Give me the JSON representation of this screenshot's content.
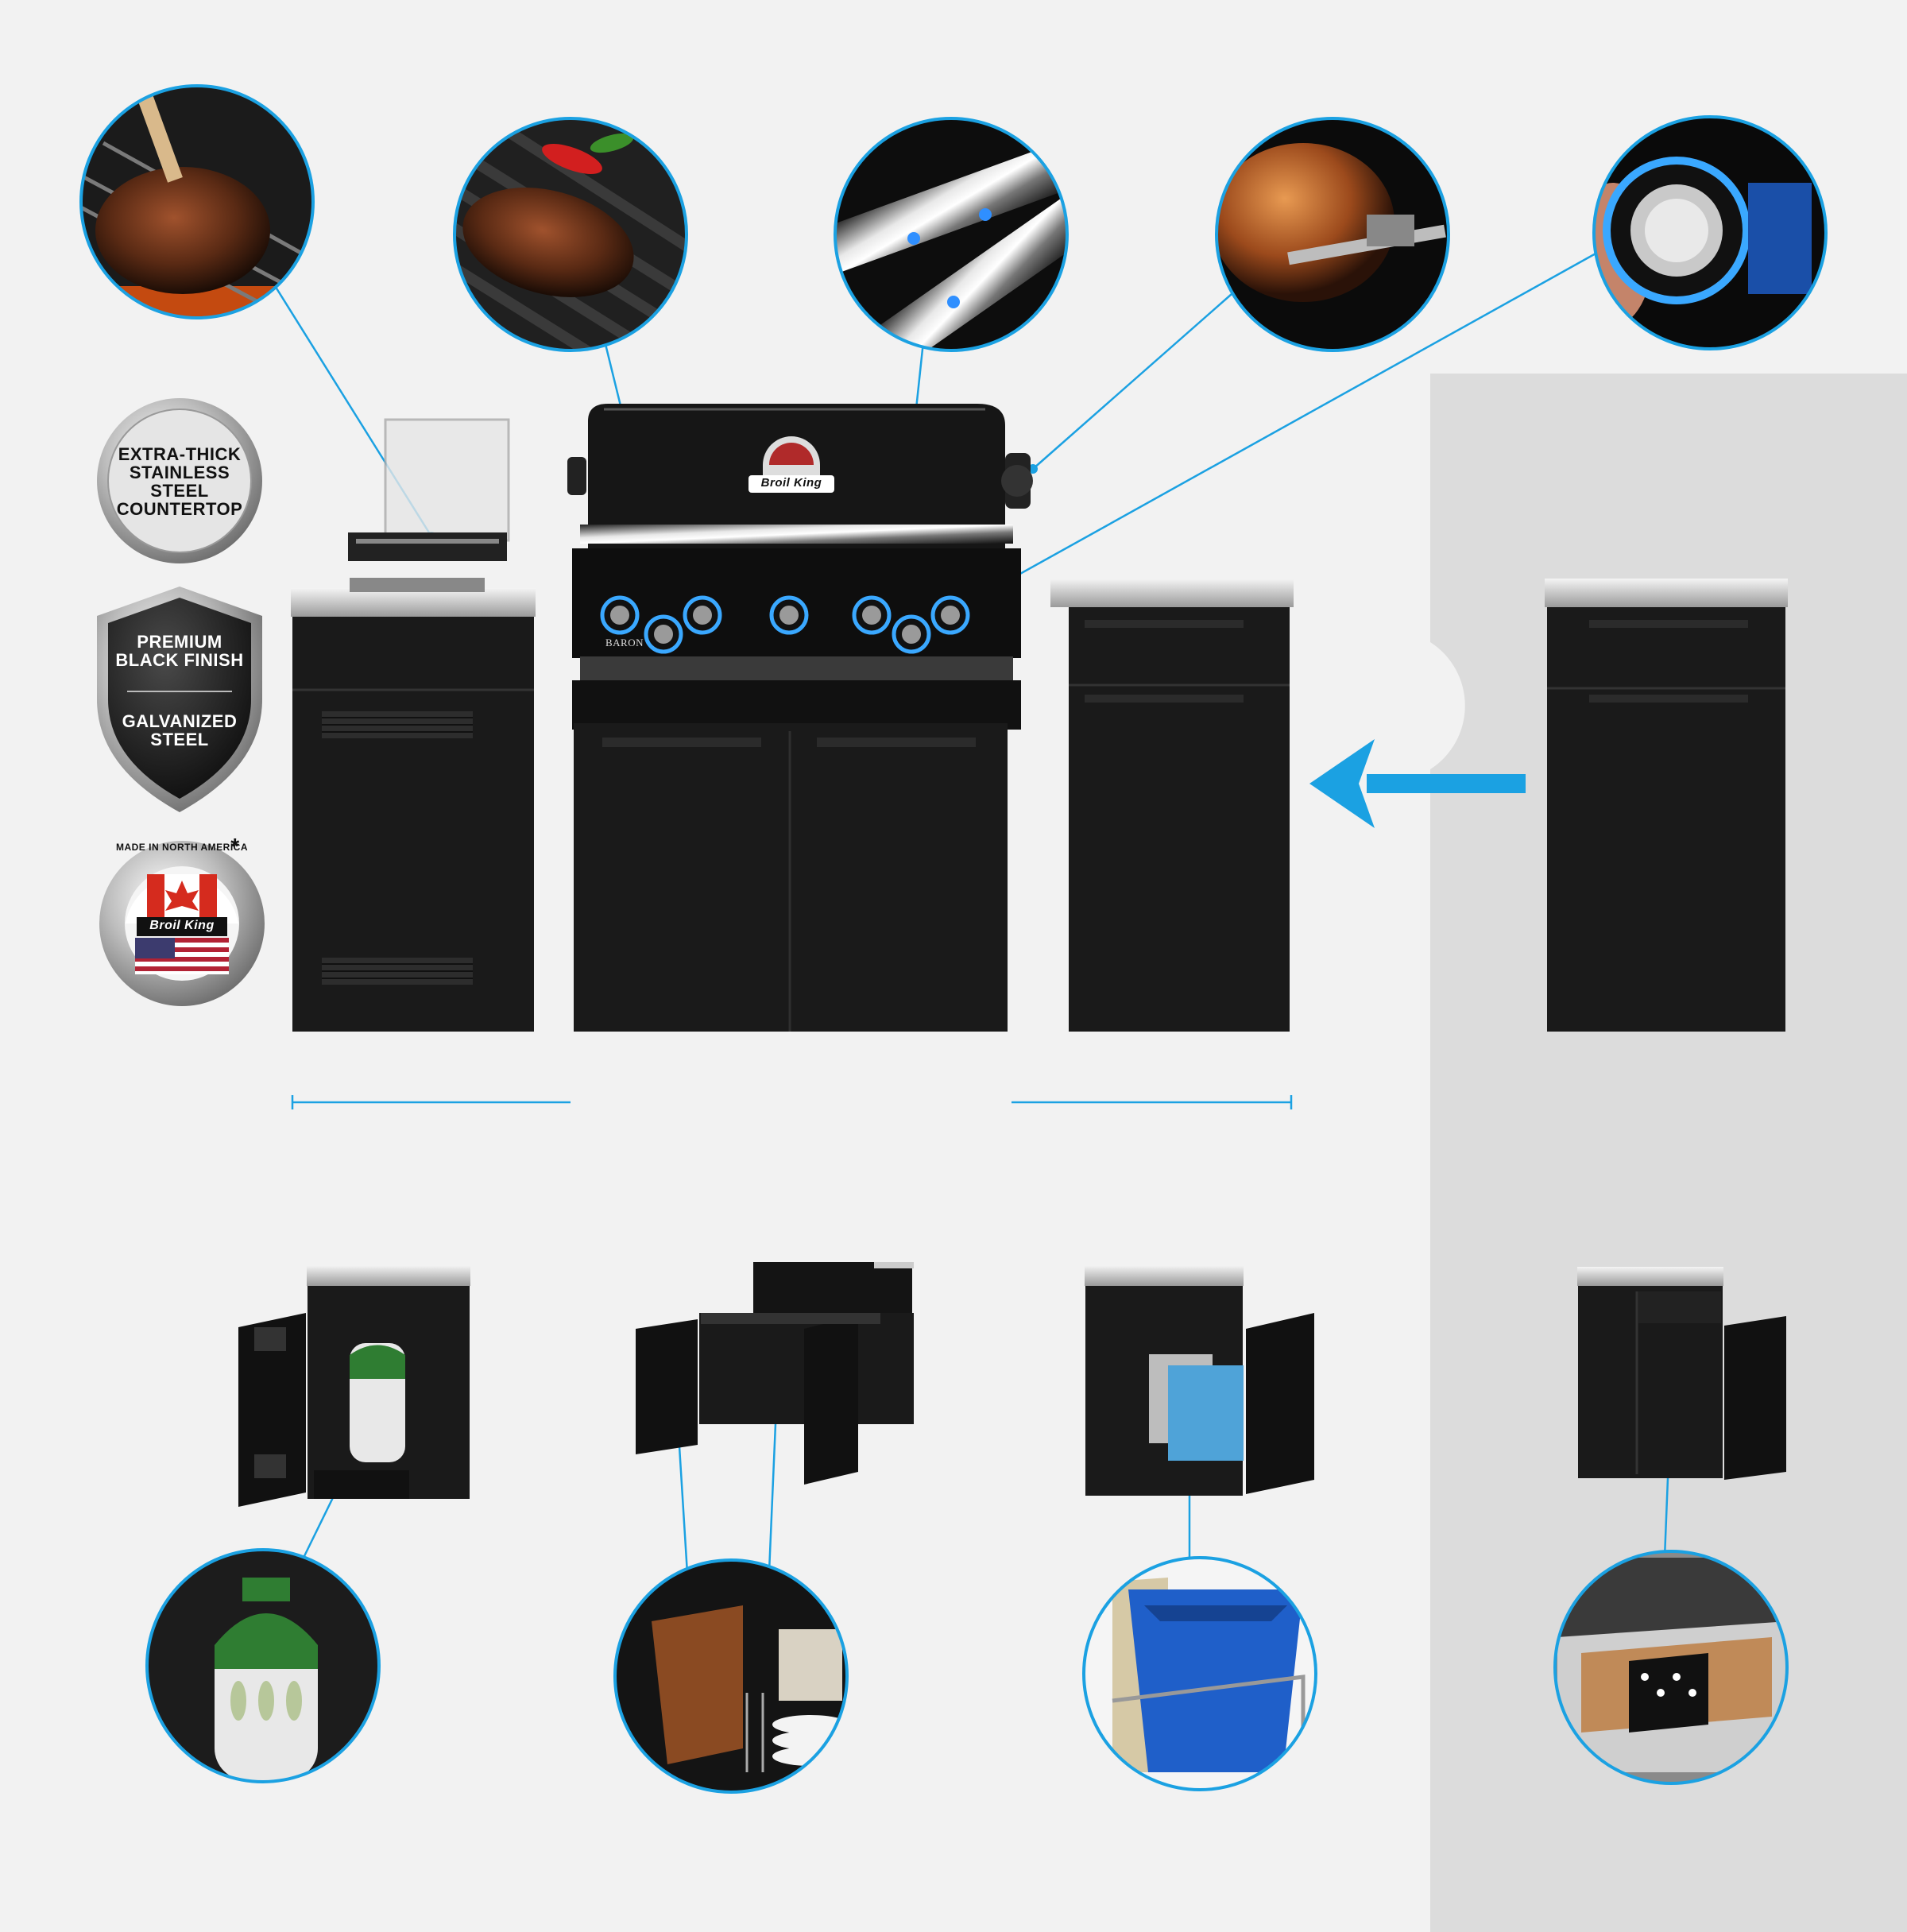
{
  "colors": {
    "background": "#f2f2f2",
    "panel": "#dcdcdc",
    "accent_blue": "#1ba1e2",
    "cabinet_black": "#1a1a1a",
    "steel": "#c8c8c8",
    "knob_glow": "#3aa8ff"
  },
  "badges": {
    "countertop": {
      "lines": [
        "EXTRA-THICK",
        "STAINLESS STEEL",
        "COUNTERTOP"
      ]
    },
    "finish": {
      "top_lines": [
        "PREMIUM",
        "BLACK FINISH"
      ],
      "bottom_lines": [
        "GALVANIZED",
        "STEEL"
      ]
    },
    "made_in": {
      "brand": "Broil King",
      "ring_text": "MADE IN NORTH AMERICA",
      "asterisk": "*"
    }
  },
  "grill": {
    "brand": "Broil King",
    "model": "BARON"
  },
  "icons": {
    "arrow": "left-arrow-icon",
    "detail_circles": [
      "rib-steak-icon",
      "steak-on-grate-icon",
      "stainless-burner-icon",
      "rotisserie-chicken-icon",
      "lit-knob-icon",
      "propane-tank-icon",
      "storage-trays-icon",
      "recycling-bin-icon",
      "utensil-drawer-icon"
    ]
  }
}
